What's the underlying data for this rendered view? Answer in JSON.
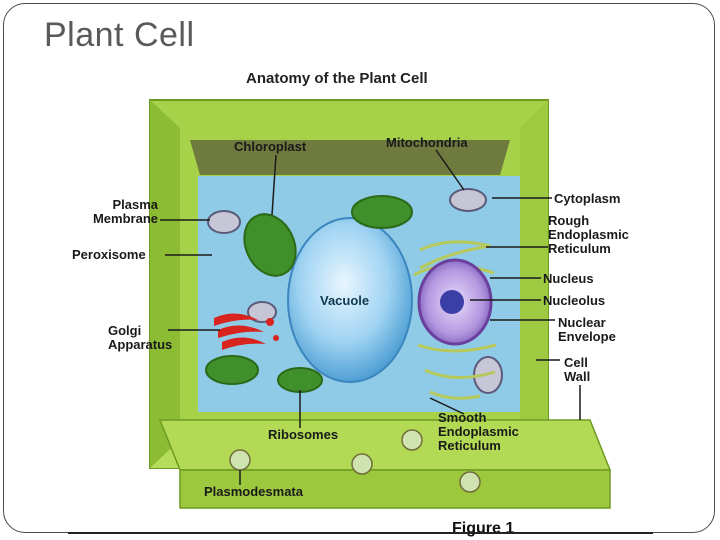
{
  "slide": {
    "title": "Plant Cell"
  },
  "figure": {
    "title": "Anatomy of the Plant Cell",
    "caption": "Figure 1"
  },
  "labels": {
    "chloroplast": "Chloroplast",
    "mitochondria": "Mitochondria",
    "cytoplasm": "Cytoplasm",
    "rough_er": "Rough\nEndoplasmic\nReticulum",
    "plasma_membrane": "Plasma\nMembrane",
    "peroxisome": "Peroxisome",
    "vacuole": "Vacuole",
    "nucleus": "Nucleus",
    "nucleolus": "Nucleolus",
    "nuclear_envelope": "Nuclear\nEnvelope",
    "golgi": "Golgi\nApparatus",
    "cell_wall": "Cell\nWall",
    "ribosomes": "Ribosomes",
    "smooth_er": "Smooth\nEndoplasmic\nReticulum",
    "plasmodesmata": "Plasmodesmata"
  },
  "colors": {
    "cell_wall": "#9ccc3c",
    "cell_wall_dark": "#7aa82a",
    "cytoplasm": "#8fcbe6",
    "vacuole": "#8cc8ee",
    "chloroplast": "#3f8f2a",
    "golgi": "#d8231f",
    "nucleus": "#a98ad6",
    "nucleolus": "#3a3fa8"
  }
}
